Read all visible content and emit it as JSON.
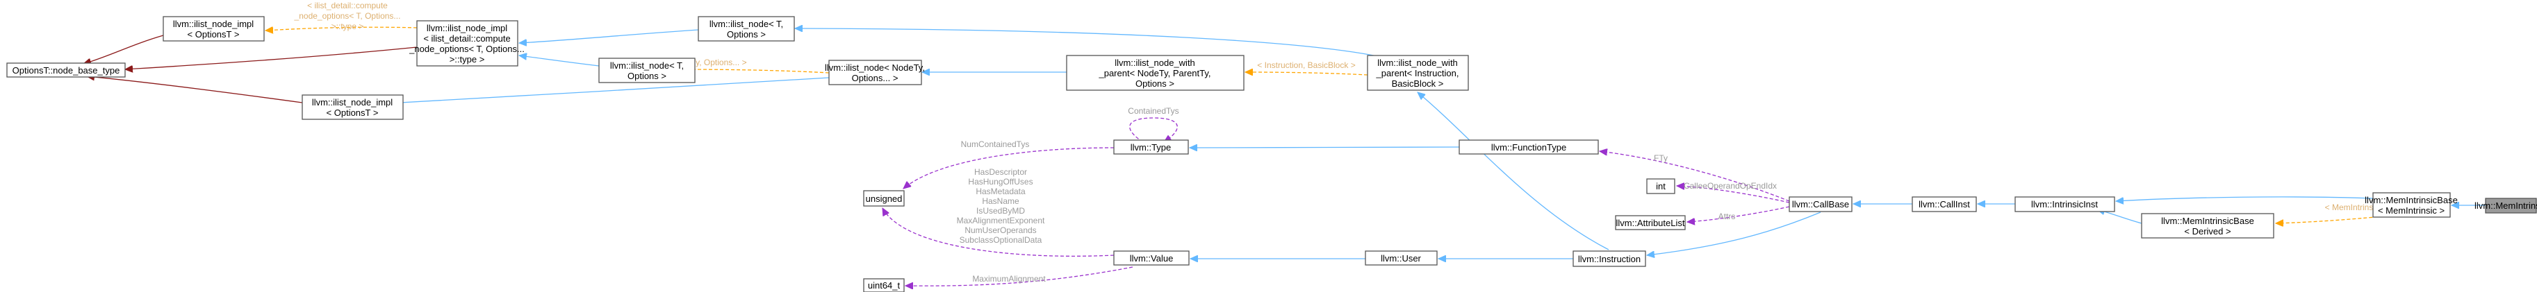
{
  "nodes": {
    "options_base": {
      "lines": [
        "OptionsT::node_base_type"
      ]
    },
    "ilist_node_impl_1": {
      "lines": [
        "llvm::ilist_node_impl",
        "< OptionsT >"
      ]
    },
    "ilist_node_impl_2": {
      "lines": [
        "llvm::ilist_node_impl",
        "< ilist_detail::compute",
        "_node_options< T, Options...",
        ">::type >"
      ]
    },
    "ilist_node_impl_3": {
      "lines": [
        "llvm::ilist_node_impl",
        "< OptionsT >"
      ]
    },
    "ilist_node_T_1": {
      "lines": [
        "llvm::ilist_node< T,",
        "Options >"
      ]
    },
    "ilist_node_T_2": {
      "lines": [
        "llvm::ilist_node< T,",
        "Options >"
      ]
    },
    "ilist_node_nodety": {
      "lines": [
        "llvm::ilist_node< NodeTy,",
        "Options... >"
      ]
    },
    "ilist_node_with_parent_generic": {
      "lines": [
        "llvm::ilist_node_with",
        "_parent< NodeTy, ParentTy,",
        "Options >"
      ]
    },
    "ilist_node_with_parent_inst": {
      "lines": [
        "llvm::ilist_node_with",
        "_parent< Instruction,",
        "BasicBlock >"
      ]
    },
    "unsigned": {
      "lines": [
        "unsigned"
      ]
    },
    "uint64": {
      "lines": [
        "uint64_t"
      ]
    },
    "type": {
      "lines": [
        "llvm::Type"
      ]
    },
    "value": {
      "lines": [
        "llvm::Value"
      ]
    },
    "user": {
      "lines": [
        "llvm::User"
      ]
    },
    "function_type": {
      "lines": [
        "llvm::FunctionType"
      ]
    },
    "instruction": {
      "lines": [
        "llvm::Instruction"
      ]
    },
    "int": {
      "lines": [
        "int"
      ]
    },
    "attribute_list": {
      "lines": [
        "llvm::AttributeList"
      ]
    },
    "call_base": {
      "lines": [
        "llvm::CallBase"
      ]
    },
    "call_inst": {
      "lines": [
        "llvm::CallInst"
      ]
    },
    "intrinsic_inst": {
      "lines": [
        "llvm::IntrinsicInst"
      ]
    },
    "mem_intrinsic_base_inst": {
      "lines": [
        "llvm::MemIntrinsicBase",
        "< MemIntrinsic >"
      ]
    },
    "mem_intrinsic_base_derived": {
      "lines": [
        "llvm::MemIntrinsicBase",
        "< Derived >"
      ]
    },
    "mem_intrinsic": {
      "lines": [
        "llvm::MemIntrinsic"
      ]
    }
  },
  "edge_labels": {
    "compute_options": [
      "< ilist_detail::compute",
      "_node_options< T, Options...",
      " >::type >"
    ],
    "nodety_options": [
      "< NodeTy, Options... >"
    ],
    "instruction_basicblock": [
      "< Instruction, BasicBlock >"
    ],
    "contained_tys": [
      "ContainedTys"
    ],
    "num_contained_tys": [
      "NumContainedTys"
    ],
    "value_fields": [
      "HasDescriptor",
      "HasHungOffUses",
      "HasMetadata",
      "HasName",
      "IsUsedByMD",
      "MaxAlignmentExponent",
      "NumUserOperands",
      "SubclassOptionalData"
    ],
    "maximum_alignment": [
      "MaximumAlignment"
    ],
    "fty": [
      "FTy"
    ],
    "callee_operand": [
      "CalleeOperandOpEndIdx"
    ],
    "attrs": [
      "Attrs"
    ],
    "mem_intrinsic": [
      "< MemIntrinsic >"
    ]
  },
  "colors": {
    "inheritance": "#63b8ff",
    "private_inheritance": "#8b1a1a",
    "usage": "#9a32cd",
    "template": "#ffa500",
    "current_node": "#9a9a9a"
  }
}
